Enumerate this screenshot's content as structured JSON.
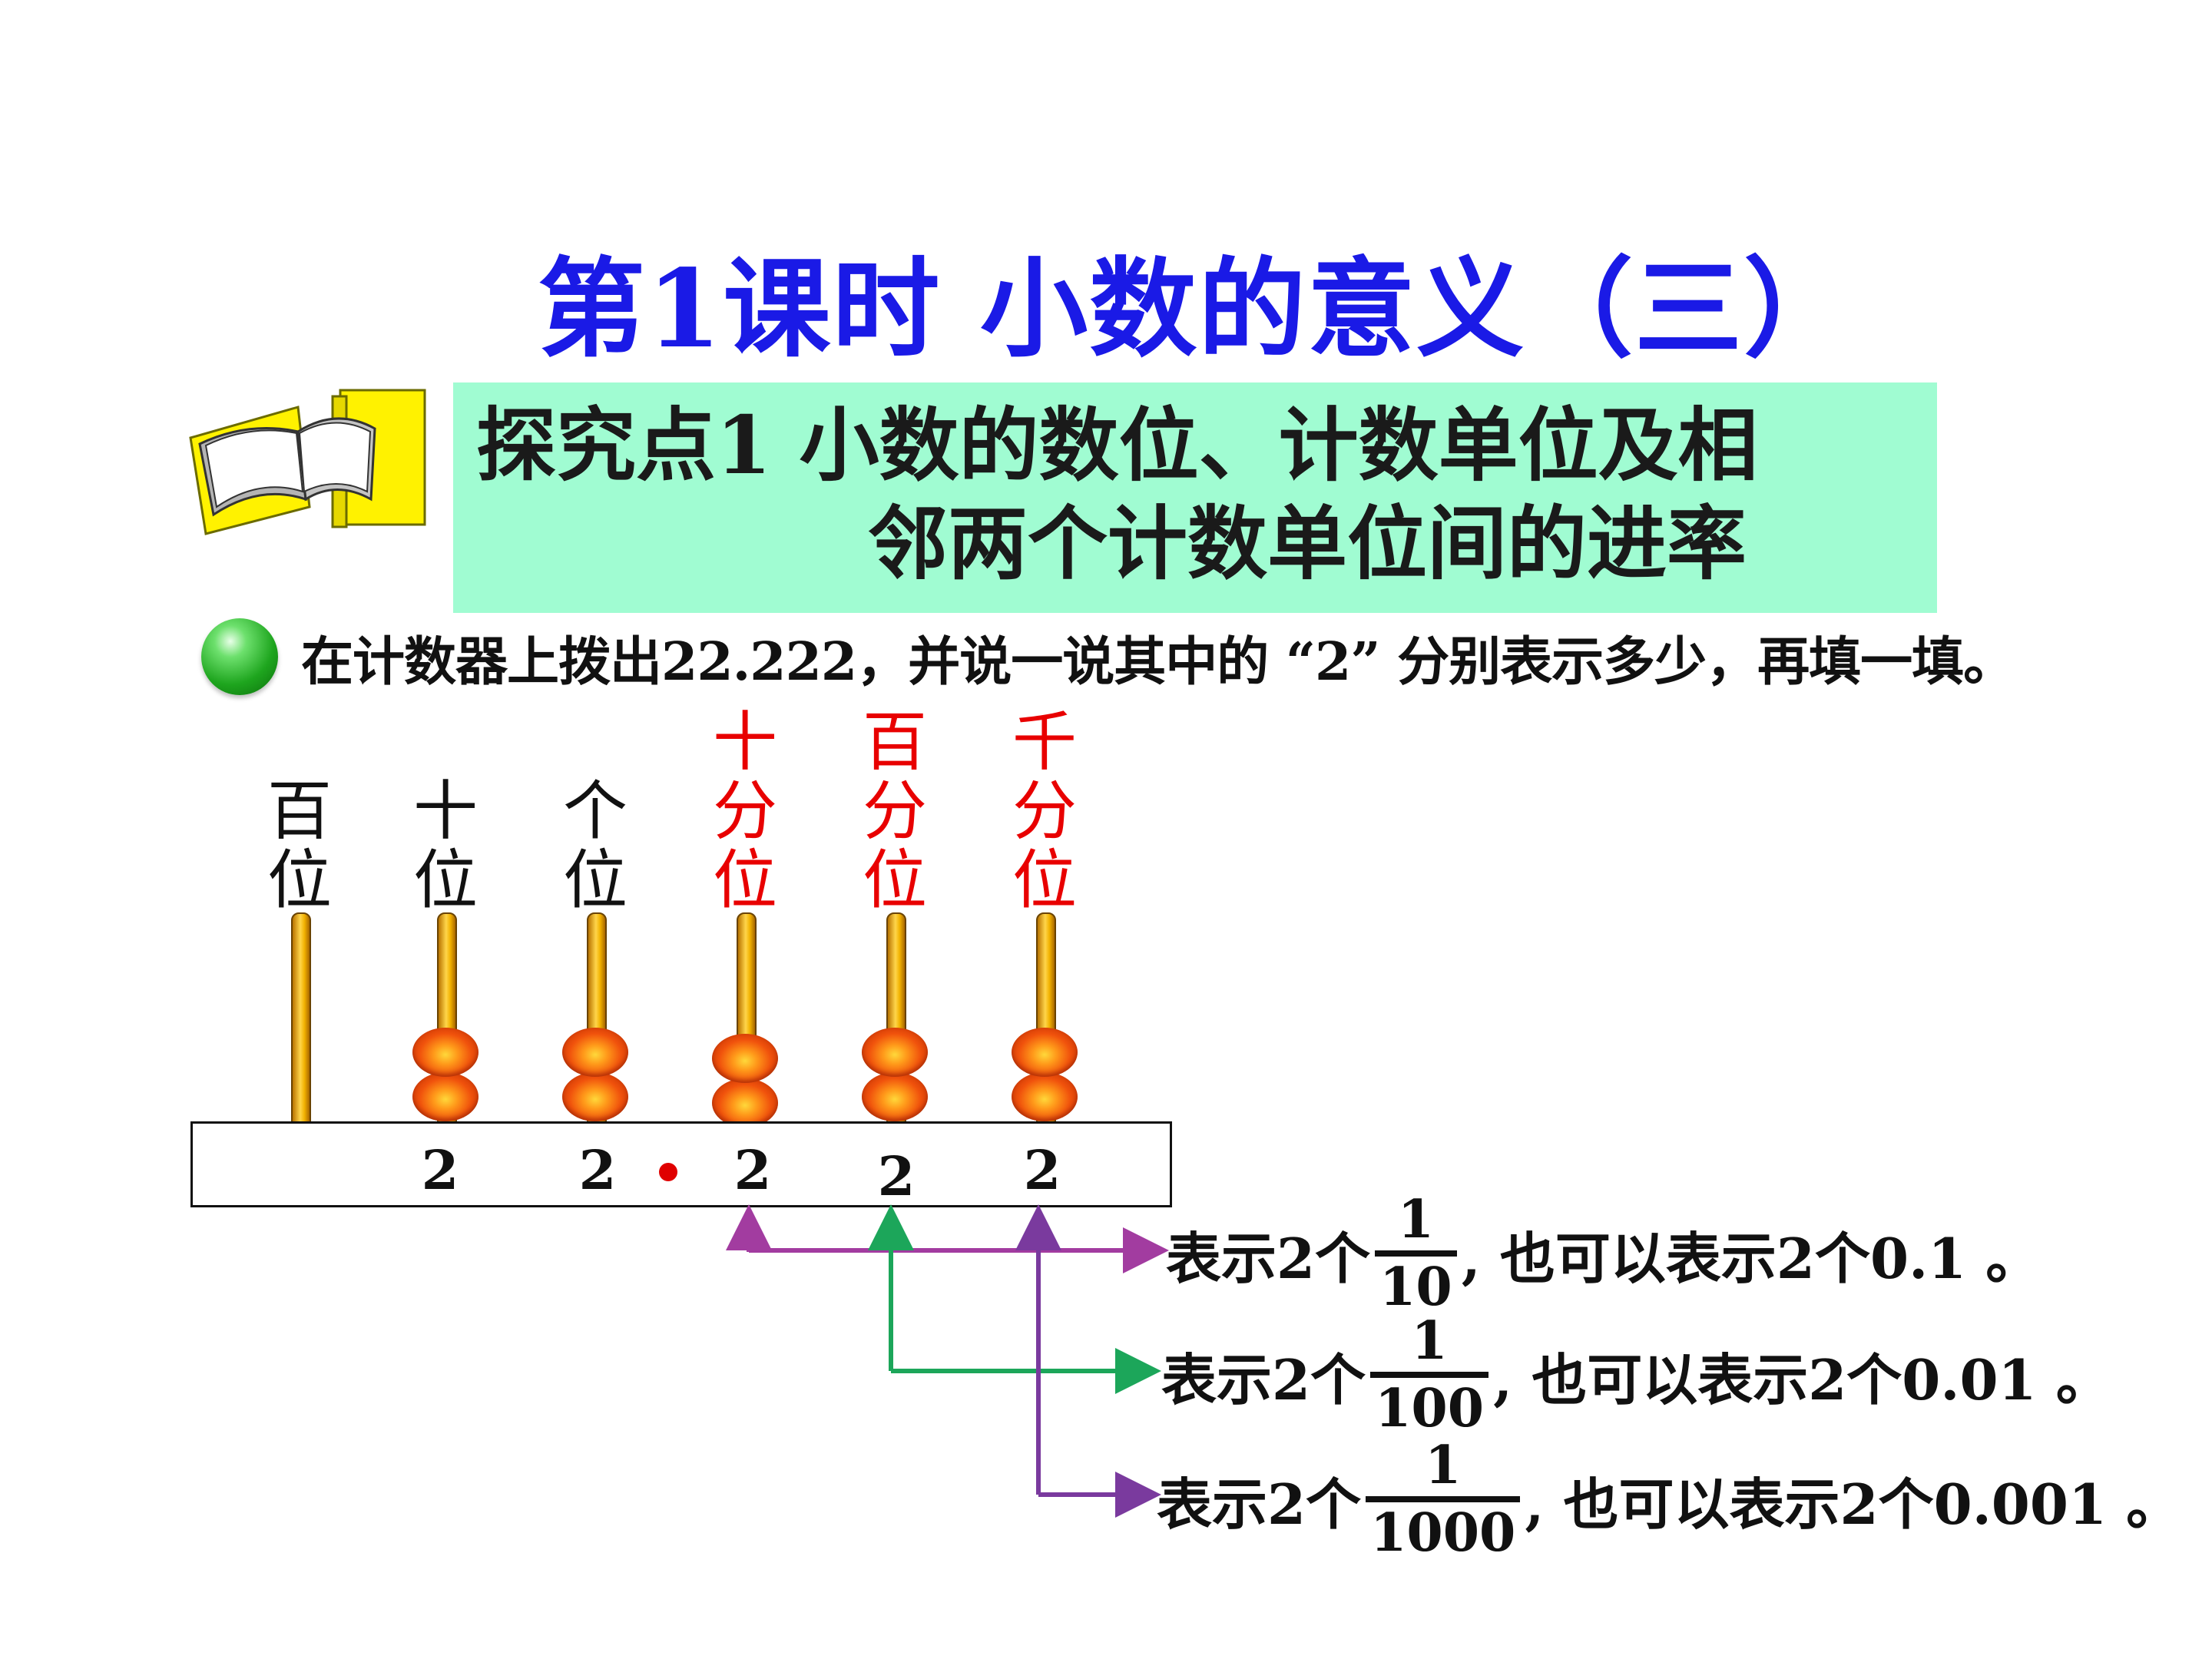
{
  "title": "第1课时   小数的意义（三）",
  "banner": {
    "line1": "探究点1   小数的数位、计数单位及相",
    "line2": "邻两个计数单位间的进率"
  },
  "instruction": "在计数器上拨出22.222，并说一说其中的 “2” 分别表示多少，再填一填。",
  "place_labels": [
    {
      "top": "",
      "mid": "百",
      "bot": "位",
      "color": "#111111"
    },
    {
      "top": "",
      "mid": "十",
      "bot": "位",
      "color": "#111111"
    },
    {
      "top": "",
      "mid": "个",
      "bot": "位",
      "color": "#111111"
    },
    {
      "top": "十",
      "mid": "分",
      "bot": "位",
      "color": "#e80000"
    },
    {
      "top": "百",
      "mid": "分",
      "bot": "位",
      "color": "#e80000"
    },
    {
      "top": "千",
      "mid": "分",
      "bot": "位",
      "color": "#e80000"
    }
  ],
  "digits": [
    "2",
    "2",
    "2",
    "2",
    "2"
  ],
  "beads_per_rod": [
    0,
    2,
    2,
    2,
    2,
    2
  ],
  "explanations": [
    {
      "prefix": "表示2个",
      "num": "1",
      "den": "10",
      "suffix": ", 也可以表示2个0.1 。",
      "arrow_color": "#a23ca0"
    },
    {
      "prefix": "表示2个",
      "num": "1",
      "den": "100",
      "suffix": ", 也可以表示2个0.01 。",
      "arrow_color": "#1ca65a"
    },
    {
      "prefix": "表示2个",
      "num": "1",
      "den": "1000",
      "suffix": ", 也可以表示2个0.001 。",
      "arrow_color": "#7a3a9e"
    }
  ],
  "colors": {
    "title": "#1a1ae6",
    "banner_bg": "#a0fcd2",
    "decimal_point": "#e00000",
    "bead": "#f0520c",
    "rod": "#f2b200"
  }
}
